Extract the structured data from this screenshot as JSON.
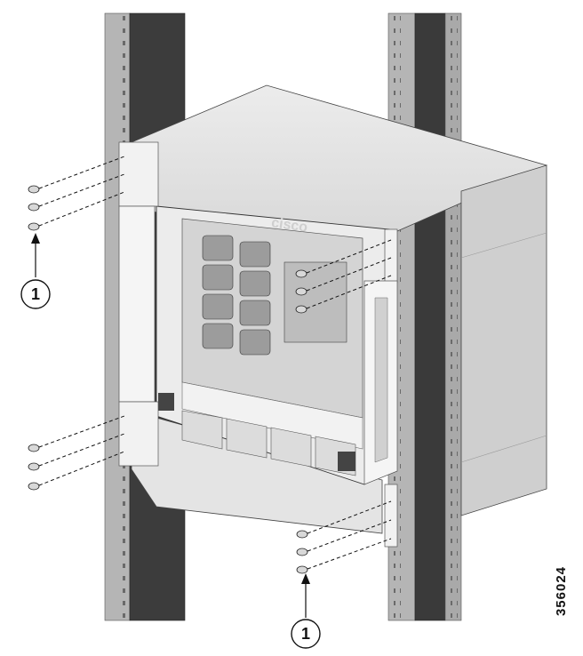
{
  "figure": {
    "id_label": "356024",
    "logo_text": "cisco"
  },
  "callouts": [
    {
      "number": "1"
    },
    {
      "number": "1"
    }
  ],
  "colors": {
    "rail": "#b8b8b8",
    "rail_dark": "#3a3a3a",
    "rail_face": "#a8a8a8",
    "chassis_top": "#e6e6e6",
    "chassis_side": "#cfcfcf",
    "chassis_front": "#f0f0f0",
    "line": "#222222"
  }
}
